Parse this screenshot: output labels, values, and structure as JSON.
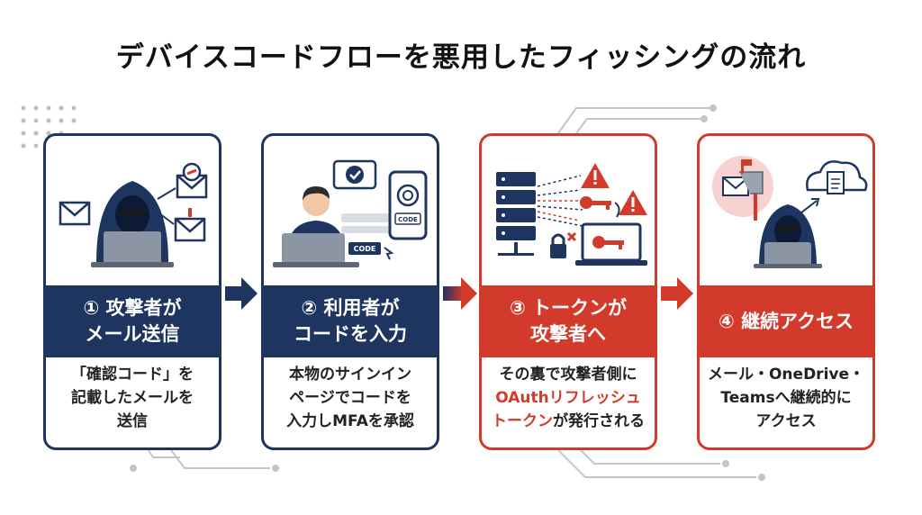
{
  "title": "デバイスコードフローを悪用したフィッシングの流れ",
  "colors": {
    "navy": "#1e3560",
    "red": "#d23a2c",
    "skin": "#f2c7a6",
    "gray": "#d9dde3"
  },
  "steps": [
    {
      "num": "①",
      "heading_line1": "攻撃者が",
      "heading_line2": "メール送信",
      "desc": [
        "「確認コード」を",
        "記載したメールを",
        "送信"
      ],
      "icons": [
        "hacker-icon",
        "envelope-icon",
        "link-mail-icon",
        "alert-mail-icon"
      ]
    },
    {
      "num": "②",
      "heading_line1": "利用者が",
      "heading_line2": "コードを入力",
      "desc": [
        "本物のサインイン",
        "ページでコードを",
        "入力しMFAを承認"
      ],
      "code_label": "CODE",
      "icons": [
        "user-icon",
        "laptop-icon",
        "smartphone-icon",
        "fingerprint-icon",
        "check-bubble-icon"
      ]
    },
    {
      "num": "③",
      "heading_line1": "トークンが",
      "heading_line2": "攻撃者へ",
      "desc": [
        "その裏で攻撃者側に",
        "OAuthリフレッシュ",
        "トークンが発行される"
      ],
      "icons": [
        "server-icon",
        "key-icon",
        "warning-icon",
        "lock-icon"
      ]
    },
    {
      "num": "④",
      "heading_line1": "継続アクセス",
      "heading_line2": "",
      "desc": [
        "メール・OneDrive・",
        "Teamsへ継続的に",
        "アクセス"
      ],
      "icons": [
        "mailbox-icon",
        "cloud-document-icon",
        "hacker-icon"
      ]
    }
  ]
}
